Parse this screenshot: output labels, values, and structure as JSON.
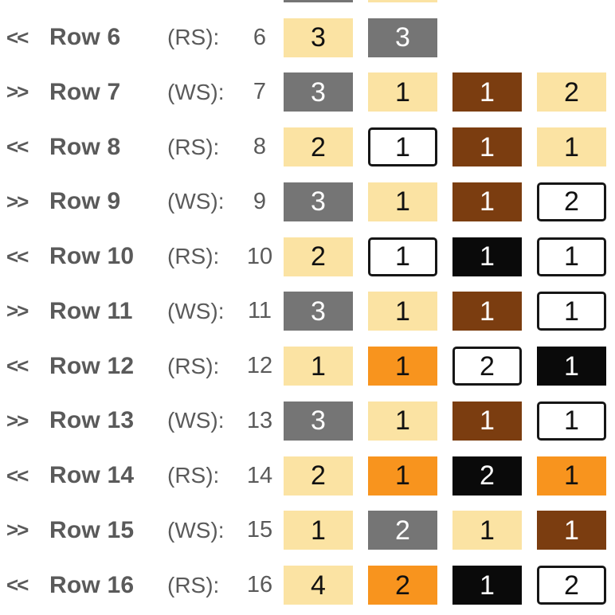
{
  "palette": {
    "cream": {
      "bg": "#FBE3A3",
      "fg": "#111111"
    },
    "gray": {
      "bg": "#757575",
      "fg": "#ffffff"
    },
    "brown": {
      "bg": "#7B3D10",
      "fg": "#ffffff"
    },
    "orange": {
      "bg": "#F8941E",
      "fg": "#111111"
    },
    "black": {
      "bg": "#0A0A0A",
      "fg": "#ffffff"
    },
    "white": {
      "bg": "#FFFFFF",
      "fg": "#111111"
    }
  },
  "label_text_color": "#5a5a5a",
  "partial_top_row": {
    "blocks": [
      {
        "value": "",
        "color": "gray"
      },
      {
        "value": "",
        "color": "cream"
      }
    ]
  },
  "rows": [
    {
      "direction": "<<",
      "label": "Row 6",
      "side": "(RS):",
      "count": "6",
      "blocks": [
        {
          "value": "3",
          "color": "cream"
        },
        {
          "value": "3",
          "color": "gray"
        }
      ]
    },
    {
      "direction": ">>",
      "label": "Row 7",
      "side": "(WS):",
      "count": "7",
      "blocks": [
        {
          "value": "3",
          "color": "gray"
        },
        {
          "value": "1",
          "color": "cream"
        },
        {
          "value": "1",
          "color": "brown"
        },
        {
          "value": "2",
          "color": "cream"
        }
      ]
    },
    {
      "direction": "<<",
      "label": "Row 8",
      "side": "(RS):",
      "count": "8",
      "blocks": [
        {
          "value": "2",
          "color": "cream"
        },
        {
          "value": "1",
          "color": "white"
        },
        {
          "value": "1",
          "color": "brown"
        },
        {
          "value": "1",
          "color": "cream"
        }
      ]
    },
    {
      "direction": ">>",
      "label": "Row 9",
      "side": "(WS):",
      "count": "9",
      "blocks": [
        {
          "value": "3",
          "color": "gray"
        },
        {
          "value": "1",
          "color": "cream"
        },
        {
          "value": "1",
          "color": "brown"
        },
        {
          "value": "2",
          "color": "white"
        }
      ]
    },
    {
      "direction": "<<",
      "label": "Row 10",
      "side": "(RS):",
      "count": "10",
      "blocks": [
        {
          "value": "2",
          "color": "cream"
        },
        {
          "value": "1",
          "color": "white"
        },
        {
          "value": "1",
          "color": "black"
        },
        {
          "value": "1",
          "color": "white"
        }
      ]
    },
    {
      "direction": ">>",
      "label": "Row 11",
      "side": "(WS):",
      "count": "11",
      "blocks": [
        {
          "value": "3",
          "color": "gray"
        },
        {
          "value": "1",
          "color": "cream"
        },
        {
          "value": "1",
          "color": "brown"
        },
        {
          "value": "1",
          "color": "white"
        }
      ]
    },
    {
      "direction": "<<",
      "label": "Row 12",
      "side": "(RS):",
      "count": "12",
      "blocks": [
        {
          "value": "1",
          "color": "cream"
        },
        {
          "value": "1",
          "color": "orange"
        },
        {
          "value": "2",
          "color": "white"
        },
        {
          "value": "1",
          "color": "black"
        }
      ]
    },
    {
      "direction": ">>",
      "label": "Row 13",
      "side": "(WS):",
      "count": "13",
      "blocks": [
        {
          "value": "3",
          "color": "gray"
        },
        {
          "value": "1",
          "color": "cream"
        },
        {
          "value": "1",
          "color": "brown"
        },
        {
          "value": "1",
          "color": "white"
        }
      ]
    },
    {
      "direction": "<<",
      "label": "Row 14",
      "side": "(RS):",
      "count": "14",
      "blocks": [
        {
          "value": "2",
          "color": "cream"
        },
        {
          "value": "1",
          "color": "orange"
        },
        {
          "value": "2",
          "color": "black"
        },
        {
          "value": "1",
          "color": "orange"
        }
      ]
    },
    {
      "direction": ">>",
      "label": "Row 15",
      "side": "(WS):",
      "count": "15",
      "blocks": [
        {
          "value": "1",
          "color": "cream"
        },
        {
          "value": "2",
          "color": "gray"
        },
        {
          "value": "1",
          "color": "cream"
        },
        {
          "value": "1",
          "color": "brown"
        }
      ]
    },
    {
      "direction": "<<",
      "label": "Row 16",
      "side": "(RS):",
      "count": "16",
      "blocks": [
        {
          "value": "4",
          "color": "cream"
        },
        {
          "value": "2",
          "color": "orange"
        },
        {
          "value": "1",
          "color": "black"
        },
        {
          "value": "2",
          "color": "white"
        }
      ]
    }
  ]
}
